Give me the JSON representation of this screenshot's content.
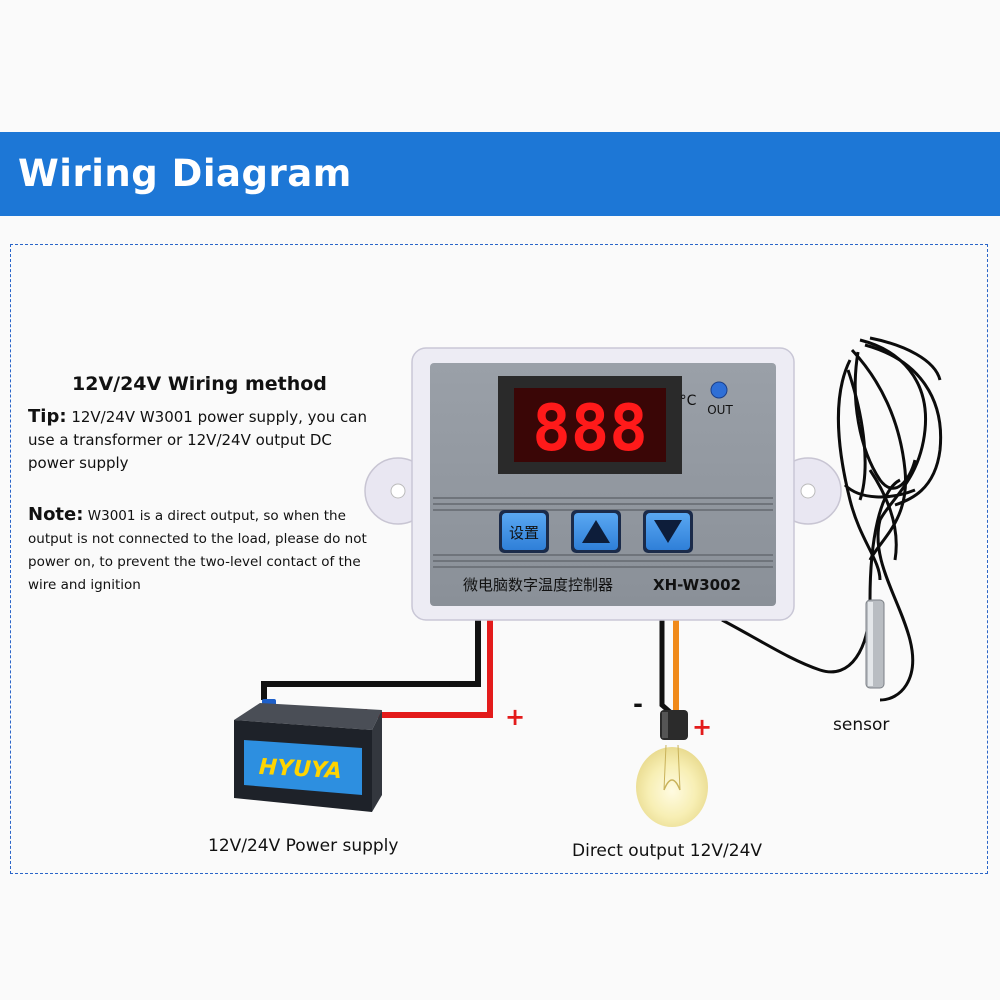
{
  "banner": {
    "title": "Wiring Diagram"
  },
  "instructions": {
    "heading": "12V/24V Wiring method",
    "tip_label": "Tip:",
    "tip_text": "12V/24V W3001 power supply, you can use a transformer or 12V/24V output DC power supply",
    "note_label": "Note:",
    "note_text": "W3001 is a direct output, so when the output is not connected to the load, please do not power on, to prevent the two-level contact of the wire and ignition"
  },
  "device": {
    "display": "888",
    "unit": "°C",
    "out_label": "OUT",
    "set_button_label": "设置",
    "name_cn": "微电脑数字温度控制器",
    "model": "XH-W3002"
  },
  "battery": {
    "brand": "HYUYA"
  },
  "captions": {
    "power_supply": "12V/24V Power supply",
    "direct_output": "Direct output 12V/24V",
    "sensor": "sensor"
  },
  "polarity": {
    "minus": "-",
    "plus": "+"
  },
  "colors": {
    "banner": "#1d77d6",
    "frame_border": "#2a65c9",
    "display_red": "#ff1a1a",
    "button_blue": "#3b8fe4",
    "wire_red": "#e31b1b",
    "wire_orange": "#f08a1a",
    "wire_black": "#111111"
  }
}
